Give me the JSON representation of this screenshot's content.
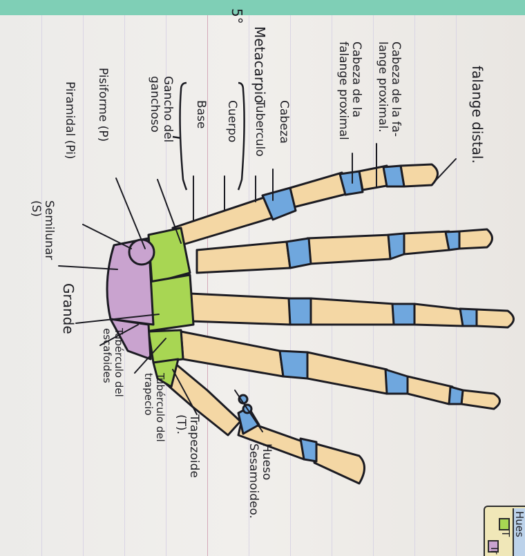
{
  "page": {
    "cut_title": "fa",
    "title_meta": "Metacarpio",
    "title_num": "5°"
  },
  "labels": {
    "falange_distal": "falange distal.",
    "cabeza_falange_proximal_1": "Cabeza de la fa-\nlange proximal.",
    "cabeza_falange_proximal_2": "Cabeza de la\nfalange proximal",
    "cabeza": "Cabeza",
    "tuberculo": "Tuberculo",
    "cuerpo": "Cuerpo",
    "base": "Base",
    "gancho_ganchoso": "Gancho del\nganchoso",
    "pisiforme": "Pisiforme (P)",
    "piramidal": "Piramidal (Pi)",
    "semilunar": "Semilunar\n(S)",
    "grande": "Grande",
    "tuberculo_escafoides": "Tubérculo del\nescafoides",
    "tuberculo_trapecio": "Tubérculo del\ntrapecio",
    "trapezoide": "Trapezoide\n(T).",
    "hueso_sesamoideo": "Hueso\nSesamoideo."
  },
  "legend": {
    "title": "Hues",
    "item_1": "T",
    "item_2": "Ir"
  },
  "colors": {
    "bone": "#f4d7a4",
    "bone_shade": "#eec083",
    "cartilage": "#6fa7de",
    "carpal_green": "#a8d653",
    "carpal_purple": "#c9a3cf",
    "ink": "#1b1b22",
    "paper": "#eeebe7",
    "tape": "#7fcfb6"
  }
}
